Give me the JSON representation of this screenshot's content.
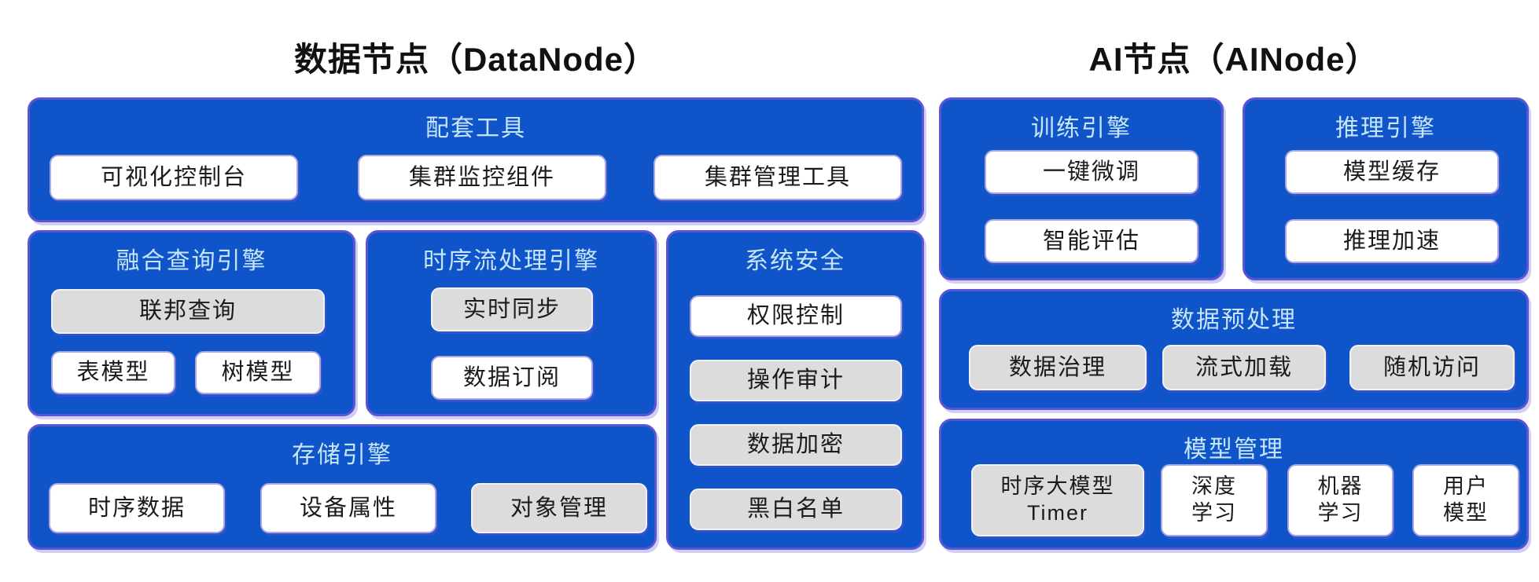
{
  "titles": {
    "left": "数据节点（DataNode）",
    "right": "AI节点（AINode）"
  },
  "colors": {
    "panel_blue": "#0f55c9",
    "panel_border_purple": "#5a55d2",
    "header_text_light_blue": "#c7e5f8",
    "chip_white": "#ffffff",
    "chip_gray": "#dcdcdc",
    "chip_text": "#1b1b1b",
    "title_text": "#111111",
    "background": "#ffffff"
  },
  "panels": {
    "tools": {
      "title": "配套工具",
      "items": [
        {
          "label": "可视化控制台",
          "variant": "white"
        },
        {
          "label": "集群监控组件",
          "variant": "white"
        },
        {
          "label": "集群管理工具",
          "variant": "white"
        }
      ]
    },
    "query": {
      "title": "融合查询引擎",
      "items": [
        {
          "label": "联邦查询",
          "variant": "gray"
        },
        {
          "label": "表模型",
          "variant": "white"
        },
        {
          "label": "树模型",
          "variant": "white"
        }
      ]
    },
    "stream": {
      "title": "时序流处理引擎",
      "items": [
        {
          "label": "实时同步",
          "variant": "gray"
        },
        {
          "label": "数据订阅",
          "variant": "white"
        }
      ]
    },
    "security": {
      "title": "系统安全",
      "items": [
        {
          "label": "权限控制",
          "variant": "white"
        },
        {
          "label": "操作审计",
          "variant": "gray"
        },
        {
          "label": "数据加密",
          "variant": "gray"
        },
        {
          "label": "黑白名单",
          "variant": "gray"
        }
      ]
    },
    "storage": {
      "title": "存储引擎",
      "items": [
        {
          "label": "时序数据",
          "variant": "white"
        },
        {
          "label": "设备属性",
          "variant": "white"
        },
        {
          "label": "对象管理",
          "variant": "gray"
        }
      ]
    },
    "training": {
      "title": "训练引擎",
      "items": [
        {
          "label": "一键微调",
          "variant": "white"
        },
        {
          "label": "智能评估",
          "variant": "white"
        }
      ]
    },
    "inference": {
      "title": "推理引擎",
      "items": [
        {
          "label": "模型缓存",
          "variant": "white"
        },
        {
          "label": "推理加速",
          "variant": "white"
        }
      ]
    },
    "preprocess": {
      "title": "数据预处理",
      "items": [
        {
          "label": "数据治理",
          "variant": "gray"
        },
        {
          "label": "流式加载",
          "variant": "gray"
        },
        {
          "label": "随机访问",
          "variant": "gray"
        }
      ]
    },
    "models": {
      "title": "模型管理",
      "items": [
        {
          "label": "时序大模型\nTimer",
          "variant": "gray"
        },
        {
          "label": "深度\n学习",
          "variant": "white"
        },
        {
          "label": "机器\n学习",
          "variant": "white"
        },
        {
          "label": "用户\n模型",
          "variant": "white"
        }
      ]
    }
  }
}
